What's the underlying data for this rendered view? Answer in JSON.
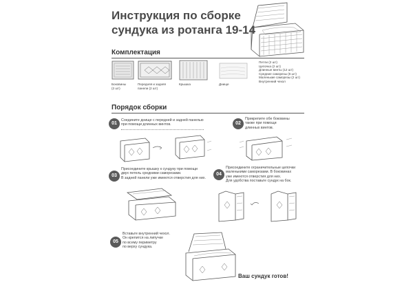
{
  "title": "Инструкция по сборке\nсундука из ротанга 19-14",
  "kit": {
    "heading": "Комплектация",
    "parts": [
      {
        "label": "Боковины\n(2 шт)"
      },
      {
        "label": "Передняя и задняя\nпанели (2 шт)"
      },
      {
        "label": "Крышка"
      },
      {
        "label": "Днище"
      }
    ],
    "hardware": [
      "Петли (2 шт)",
      "Цепочка (2 шт)",
      "Длинные винты (12 шт)",
      "Средние саморезы (6 шт)",
      "Маленькие саморезы (2 шт)",
      "Внутренний чехол"
    ]
  },
  "steps_heading": "Порядок сборки",
  "steps": [
    {
      "num": "01",
      "text": "Соедините днище с передней и задней панелью\nпри помощи длинных винтов."
    },
    {
      "num": "02",
      "text": "Прикрепите обе боковины\nтакже при помощи\nдлинных винтов."
    },
    {
      "num": "03",
      "text": "Присоедините крышку к сундуку при помощи\nдвух петель средними саморезами.\nВ задней панели уже имеются отверстия для них."
    },
    {
      "num": "04",
      "text": "Присоедините ограничительные цепочки\nмаленькими саморезами. В боковинах\nуже имеются отверстия для них.\nДля удобства поставьте сундук на бок."
    },
    {
      "num": "05",
      "text": "Вставьте внутренний чехол.\nОн крепится на липучке\nпо всему периметру\nпо верху сундука."
    }
  ],
  "final_text": "Ваш сундук готов!"
}
